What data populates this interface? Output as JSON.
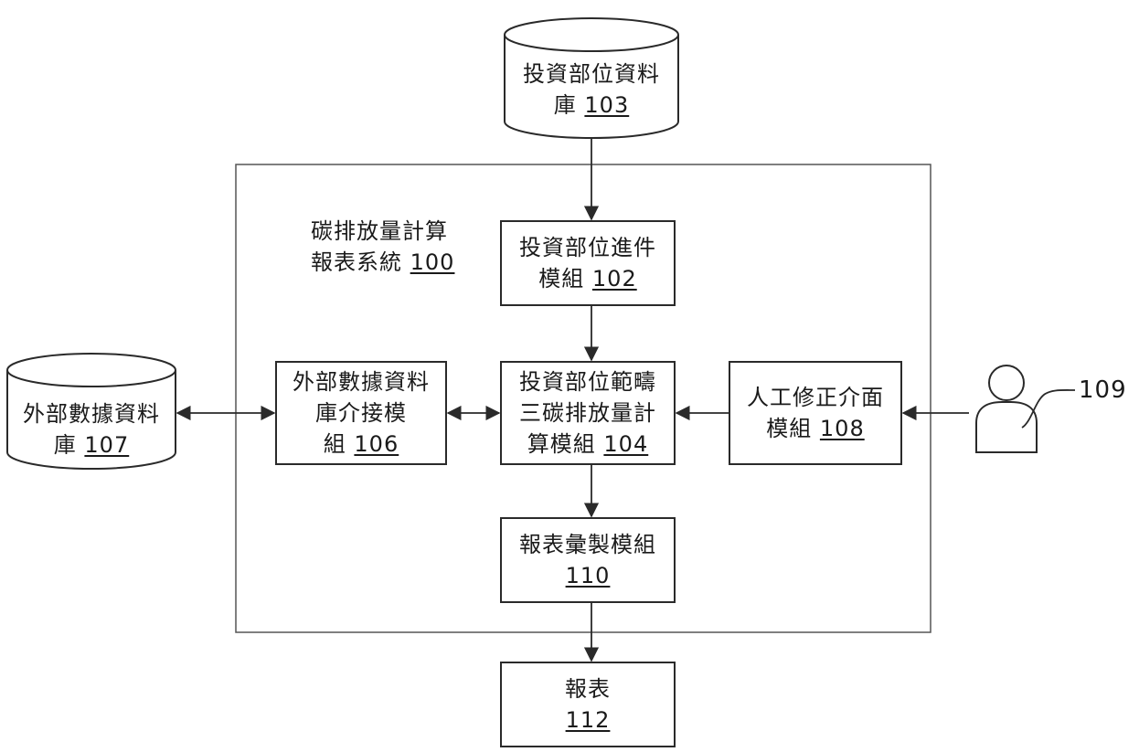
{
  "system": {
    "line1": "碳排放量計算",
    "line2": "報表系統",
    "ref": "100"
  },
  "investment_db": {
    "line1": "投資部位資料",
    "line2": "庫",
    "ref": "103"
  },
  "import_module": {
    "line1": "投資部位進件",
    "line2": "模組",
    "ref": "102"
  },
  "calc_module": {
    "line1": "投資部位範疇",
    "line2": "三碳排放量計",
    "line3": "算模組",
    "ref": "104"
  },
  "interface_module": {
    "line1": "外部數據資料",
    "line2": "庫介接模",
    "line3": "組",
    "ref": "106"
  },
  "external_db": {
    "line1": "外部數據資料",
    "line2": "庫",
    "ref": "107"
  },
  "manual_module": {
    "line1": "人工修正介面",
    "line2": "模組",
    "ref": "108"
  },
  "user": {
    "ref": "109"
  },
  "report_module": {
    "line1": "報表彙製模組",
    "ref": "110"
  },
  "report": {
    "line1": "報表",
    "ref": "112"
  },
  "colors": {
    "stroke": "#2a2a2a",
    "frame": "#555555",
    "fill": "#ffffff"
  }
}
